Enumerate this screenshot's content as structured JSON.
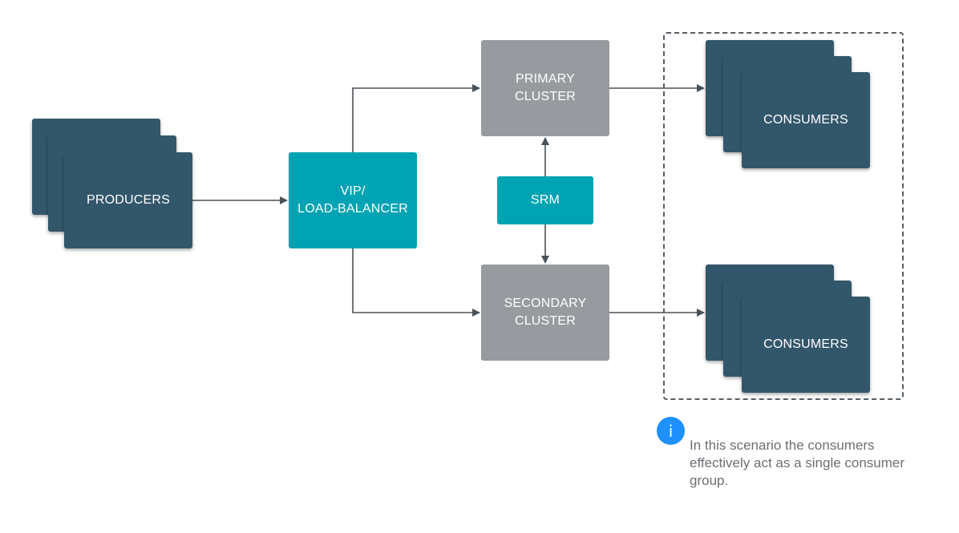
{
  "producers": {
    "label": "PRODUCERS"
  },
  "vip": {
    "label": "VIP/\nLOAD-BALANCER"
  },
  "primary": {
    "label": "PRIMARY\nCLUSTER"
  },
  "secondary": {
    "label": "SECONDARY\nCLUSTER"
  },
  "srm": {
    "label": "SRM"
  },
  "consumers_top": {
    "label": "CONSUMERS"
  },
  "consumers_bottom": {
    "label": "CONSUMERS"
  },
  "note": {
    "icon": "info-icon",
    "text": "In this scenario the consumers effectively act as a single consumer group."
  },
  "colors": {
    "dark_box": "#33576a",
    "cluster_box": "#979ba0",
    "accent_box": "#00a3b3",
    "arrow": "#4a5258",
    "info": "#1e90ff"
  }
}
